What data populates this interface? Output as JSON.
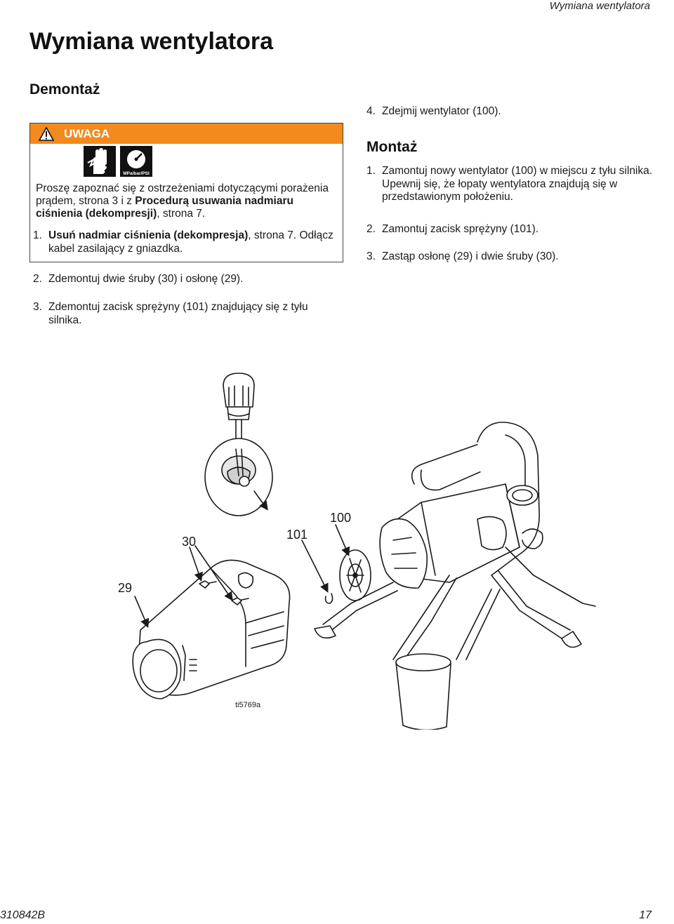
{
  "header": {
    "running_title": "Wymiana wentylatora"
  },
  "page_title": "Wymiana wentylatora",
  "disassembly": {
    "heading": "Demontaż",
    "warning": {
      "label": "UWAGA",
      "icons": [
        "electric-shock-icon",
        "pressure-gauge-icon"
      ],
      "gauge_text": "MPa/bar/PSI",
      "text_1": "Proszę zapoznać się z ostrzeżeniami dotyczącymi porażenia prądem, strona 3 i z ",
      "text_bold": "Procedurą usuwania nadmiaru ciśnienia (dekompresji)",
      "text_2": ", strona 7.",
      "step1_num": "1.",
      "step1_bold": "Usuń nadmiar ciśnienia (dekompresja)",
      "step1_rest": ", strona 7. Odłącz kabel zasilający z gniazdka."
    },
    "steps": [
      {
        "num": "2.",
        "text": "Zdemontuj dwie śruby (30) i osłonę (29)."
      },
      {
        "num": "3.",
        "text": "Zdemontuj zacisk sprężyny (101) znajdujący się z tyłu silnika."
      }
    ],
    "step4": {
      "num": "4.",
      "text": "Zdejmij wentylator (100)."
    }
  },
  "assembly": {
    "heading": "Montaż",
    "steps": [
      {
        "num": "1.",
        "text": "Zamontuj nowy wentylator (100) w miejscu z tyłu silnika. Upewnij się, że łopaty wentylatora znajdują się w przedstawionym położeniu."
      },
      {
        "num": "2.",
        "text": "Zamontuj zacisk sprężyny (101)."
      },
      {
        "num": "3.",
        "text": "Zastąp osłonę (29) i dwie śruby (30)."
      }
    ]
  },
  "figure": {
    "callouts": {
      "c29": "29",
      "c30": "30",
      "c101": "101",
      "c100": "100"
    },
    "figure_id": "ti5769a"
  },
  "footer": {
    "doc_number": "310842B",
    "page_number": "17"
  }
}
